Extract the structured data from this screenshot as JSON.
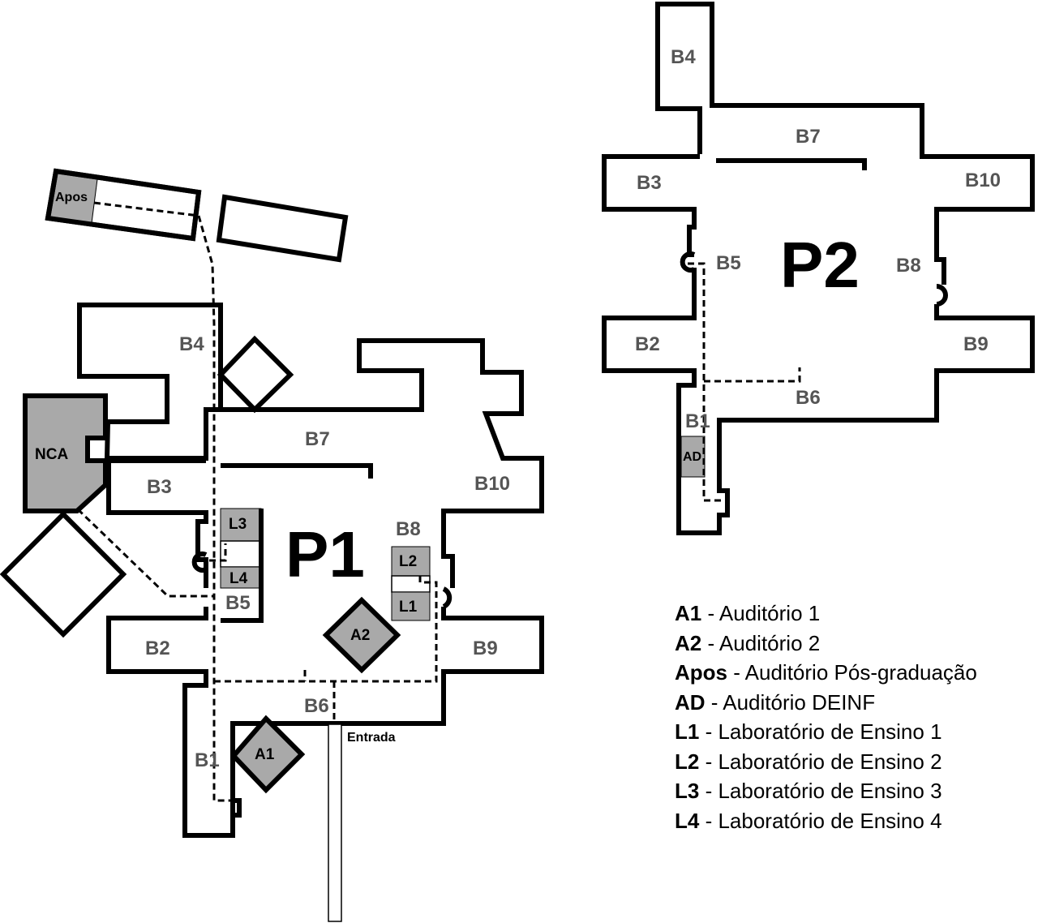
{
  "colors": {
    "room_fill": "#a9a9a9",
    "block_label": "#555555",
    "wall": "#000000"
  },
  "p1": {
    "title": "P1",
    "blocks": {
      "b1": "B1",
      "b2": "B2",
      "b3": "B3",
      "b4": "B4",
      "b5": "B5",
      "b6": "B6",
      "b7": "B7",
      "b8": "B8",
      "b9": "B9",
      "b10": "B10"
    },
    "rooms": {
      "a1": "A1",
      "a2": "A2",
      "apos": "Apos",
      "nca": "NCA",
      "l1": "L1",
      "l2": "L2",
      "l3": "L3",
      "l4": "L4"
    },
    "entrance": "Entrada"
  },
  "p2": {
    "title": "P2",
    "blocks": {
      "b1": "B1",
      "b2": "B2",
      "b3": "B3",
      "b4": "B4",
      "b5": "B5",
      "b6": "B6",
      "b7": "B7",
      "b8": "B8",
      "b9": "B9",
      "b10": "B10"
    },
    "rooms": {
      "ad": "AD"
    }
  },
  "legend": [
    {
      "code": "A1",
      "sep": " - ",
      "desc": "Auditório 1"
    },
    {
      "code": "A2",
      "sep": " - ",
      "desc": "Auditório 2"
    },
    {
      "code": "Apos",
      "sep": " - ",
      "desc": "Auditório Pós-graduação"
    },
    {
      "code": "AD",
      "sep": " - ",
      "desc": "Auditório DEINF"
    },
    {
      "code": "L1",
      "sep": " - ",
      "desc": "Laboratório de Ensino 1"
    },
    {
      "code": "L2",
      "sep": " - ",
      "desc": "Laboratório de Ensino 2"
    },
    {
      "code": "L3",
      "sep": " - ",
      "desc": "Laboratório de Ensino 3"
    },
    {
      "code": "L4",
      "sep": " - ",
      "desc": "Laboratório de Ensino 4"
    }
  ]
}
